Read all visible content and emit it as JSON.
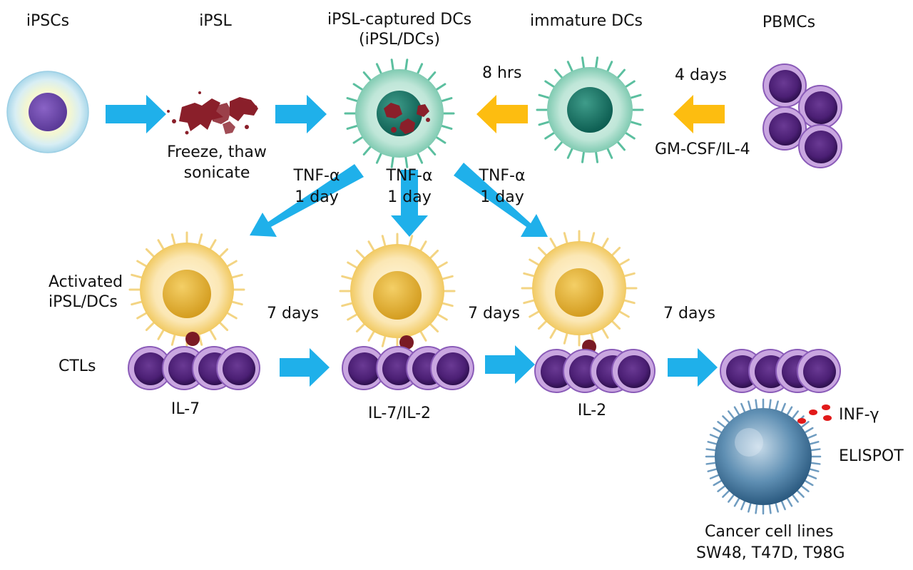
{
  "stages": {
    "ipscs": "iPSCs",
    "ipsl": "iPSL",
    "ipsl_dcs_line1": "iPSL-captured DCs",
    "ipsl_dcs_line2": "(iPSL/DCs)",
    "immature_dcs": "immature DCs",
    "pbmcs": "PBMCs"
  },
  "steps": {
    "freeze_line1": "Freeze, thaw",
    "freeze_line2": "sonicate",
    "eight_hrs": "8 hrs",
    "four_days": "4 days",
    "gmcsf": "GM-CSF/IL-4",
    "tnf": "TNF-α",
    "one_day": "1 day",
    "seven_days": "7 days"
  },
  "labels": {
    "activated_line1": "Activated",
    "activated_line2": "iPSL/DCs",
    "ctls": "CTLs",
    "il7": "IL-7",
    "il7_il2": "IL-7/IL-2",
    "il2": "IL-2",
    "inf_gamma": "INF-γ",
    "elispot": "ELISPOT",
    "cancer_line1": "Cancer cell lines",
    "cancer_line2": "SW48, T47D, T98G"
  },
  "colors": {
    "blue_arrow": "#1fb0ea",
    "yellow_arrow": "#fdbd10",
    "dc_green": "#2fae8e",
    "activated_yellow": "#f1c961",
    "ctl_purple": "#6a3a94",
    "cancer_blue": "#4f82a6",
    "ifn_red": "#e11a1a"
  }
}
